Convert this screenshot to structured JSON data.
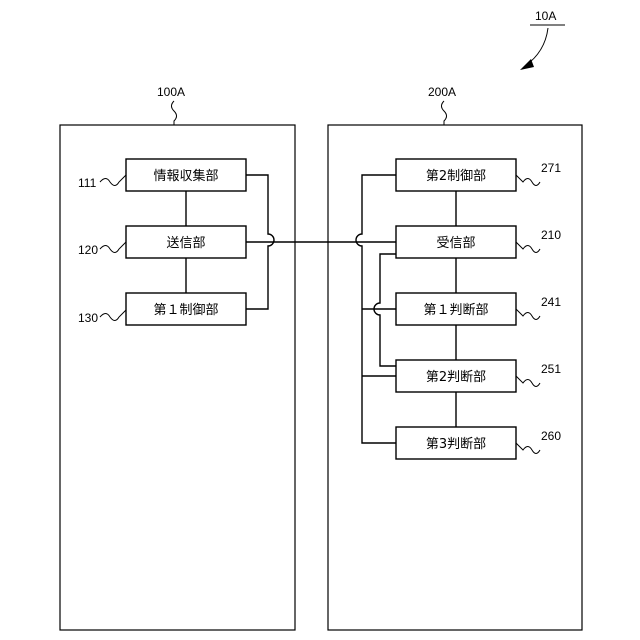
{
  "figure_ref": "10A",
  "device_a": {
    "ref": "100A",
    "blocks": [
      {
        "label": "情報収集部",
        "ref": "111"
      },
      {
        "label": "送信部",
        "ref": "120"
      },
      {
        "label": "第１制御部",
        "ref": "130"
      }
    ]
  },
  "device_b": {
    "ref": "200A",
    "blocks": [
      {
        "label": "第2制御部",
        "ref": "271"
      },
      {
        "label": "受信部",
        "ref": "210"
      },
      {
        "label": "第１判断部",
        "ref": "241"
      },
      {
        "label": "第2判断部",
        "ref": "251"
      },
      {
        "label": "第3判断部",
        "ref": "260"
      }
    ]
  }
}
